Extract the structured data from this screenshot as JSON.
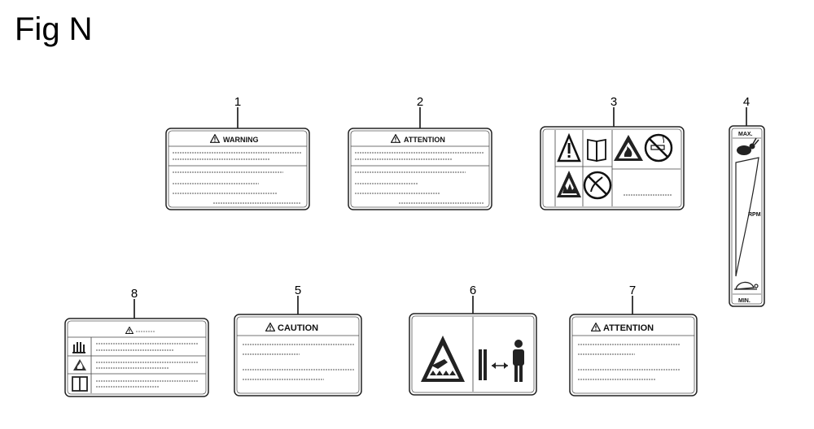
{
  "figure": {
    "title": "Fig N",
    "callouts": [
      "1",
      "2",
      "3",
      "4",
      "5",
      "6",
      "7",
      "8"
    ],
    "labels": {
      "warning": "WARNING",
      "attention": "ATTENTION",
      "caution": "CAUTION",
      "max": "MAX.",
      "min": "MIN.",
      "rpm": "RPM"
    },
    "icons": {
      "label3": [
        "warning-triangle-icon",
        "manual-book-icon",
        "no-fire-icon",
        "hot-surface-icon",
        "no-smoking-icon"
      ],
      "label4": [
        "rabbit-icon",
        "turtle-icon"
      ],
      "label6": [
        "hand-crush-hazard-icon",
        "keep-distance-icon",
        "person-icon"
      ],
      "label8": [
        "hand-icon",
        "fire-icon",
        "manual-book-icon"
      ]
    }
  }
}
